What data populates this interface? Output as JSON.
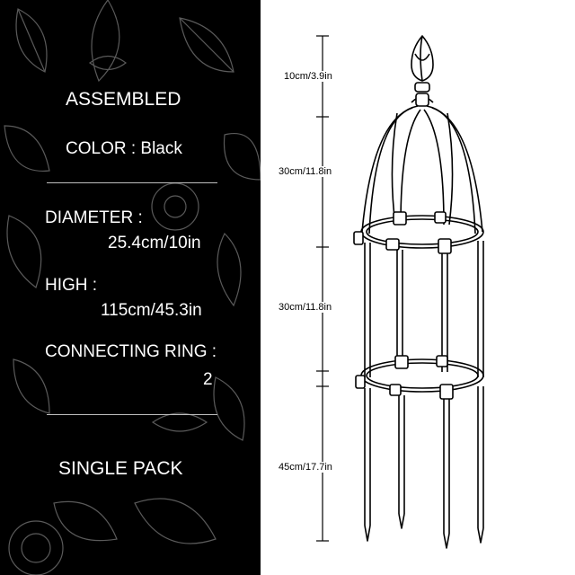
{
  "specs": {
    "assembled": "ASSEMBLED",
    "color": "COLOR : Black",
    "diameter_label": "DIAMETER :",
    "diameter_value": "25.4cm/10in",
    "high_label": "HIGH :",
    "high_value": "115cm/45.3in",
    "ring_label": "CONNECTING RING :",
    "ring_value": "2",
    "pack": "SINGLE PACK"
  },
  "dimensions": [
    {
      "label": "10cm/3.9in"
    },
    {
      "label": "30cm/11.8in"
    },
    {
      "label": "30cm/11.8in"
    },
    {
      "label": "45cm/17.7in"
    }
  ],
  "colors": {
    "panel_bg": "#000000",
    "text": "#ffffff",
    "line": "#000000"
  },
  "icons": [
    "leaf-pattern-background",
    "obelisk-trellis-drawing"
  ]
}
